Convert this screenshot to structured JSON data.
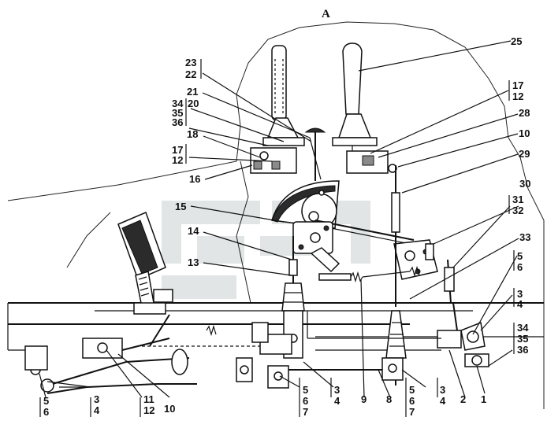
{
  "title": "A",
  "labels": {
    "l1": "1",
    "l2": "2",
    "l3a": "3",
    "l3b": "3",
    "l3c": "3",
    "l3d": "3",
    "l4a": "4",
    "l4b": "4",
    "l4c": "4",
    "l4d": "4",
    "l5a": "5",
    "l5b": "5",
    "l5c": "5",
    "l5d": "5",
    "l6a": "6",
    "l6b": "6",
    "l6c": "6",
    "l6d": "6",
    "l7a": "7",
    "l7b": "7",
    "l8": "8",
    "l9": "9",
    "l10a": "10",
    "l10b": "10",
    "l11": "11",
    "l12a": "12",
    "l12b": "12",
    "l12c": "12",
    "l13": "13",
    "l14": "14",
    "l15": "15",
    "l16": "16",
    "l17a": "17",
    "l17b": "17",
    "l18": "18",
    "l20": "20",
    "l21": "21",
    "l22": "22",
    "l23": "23",
    "l25": "25",
    "l28": "28",
    "l29": "29",
    "l30": "30",
    "l31": "31",
    "l32": "32",
    "l33": "33",
    "l34a": "34",
    "l34b": "34",
    "l35a": "35",
    "l35b": "35",
    "l36a": "36",
    "l36b": "36"
  },
  "colors": {
    "ink": "#111111",
    "watermark": "#c9d1d1"
  }
}
